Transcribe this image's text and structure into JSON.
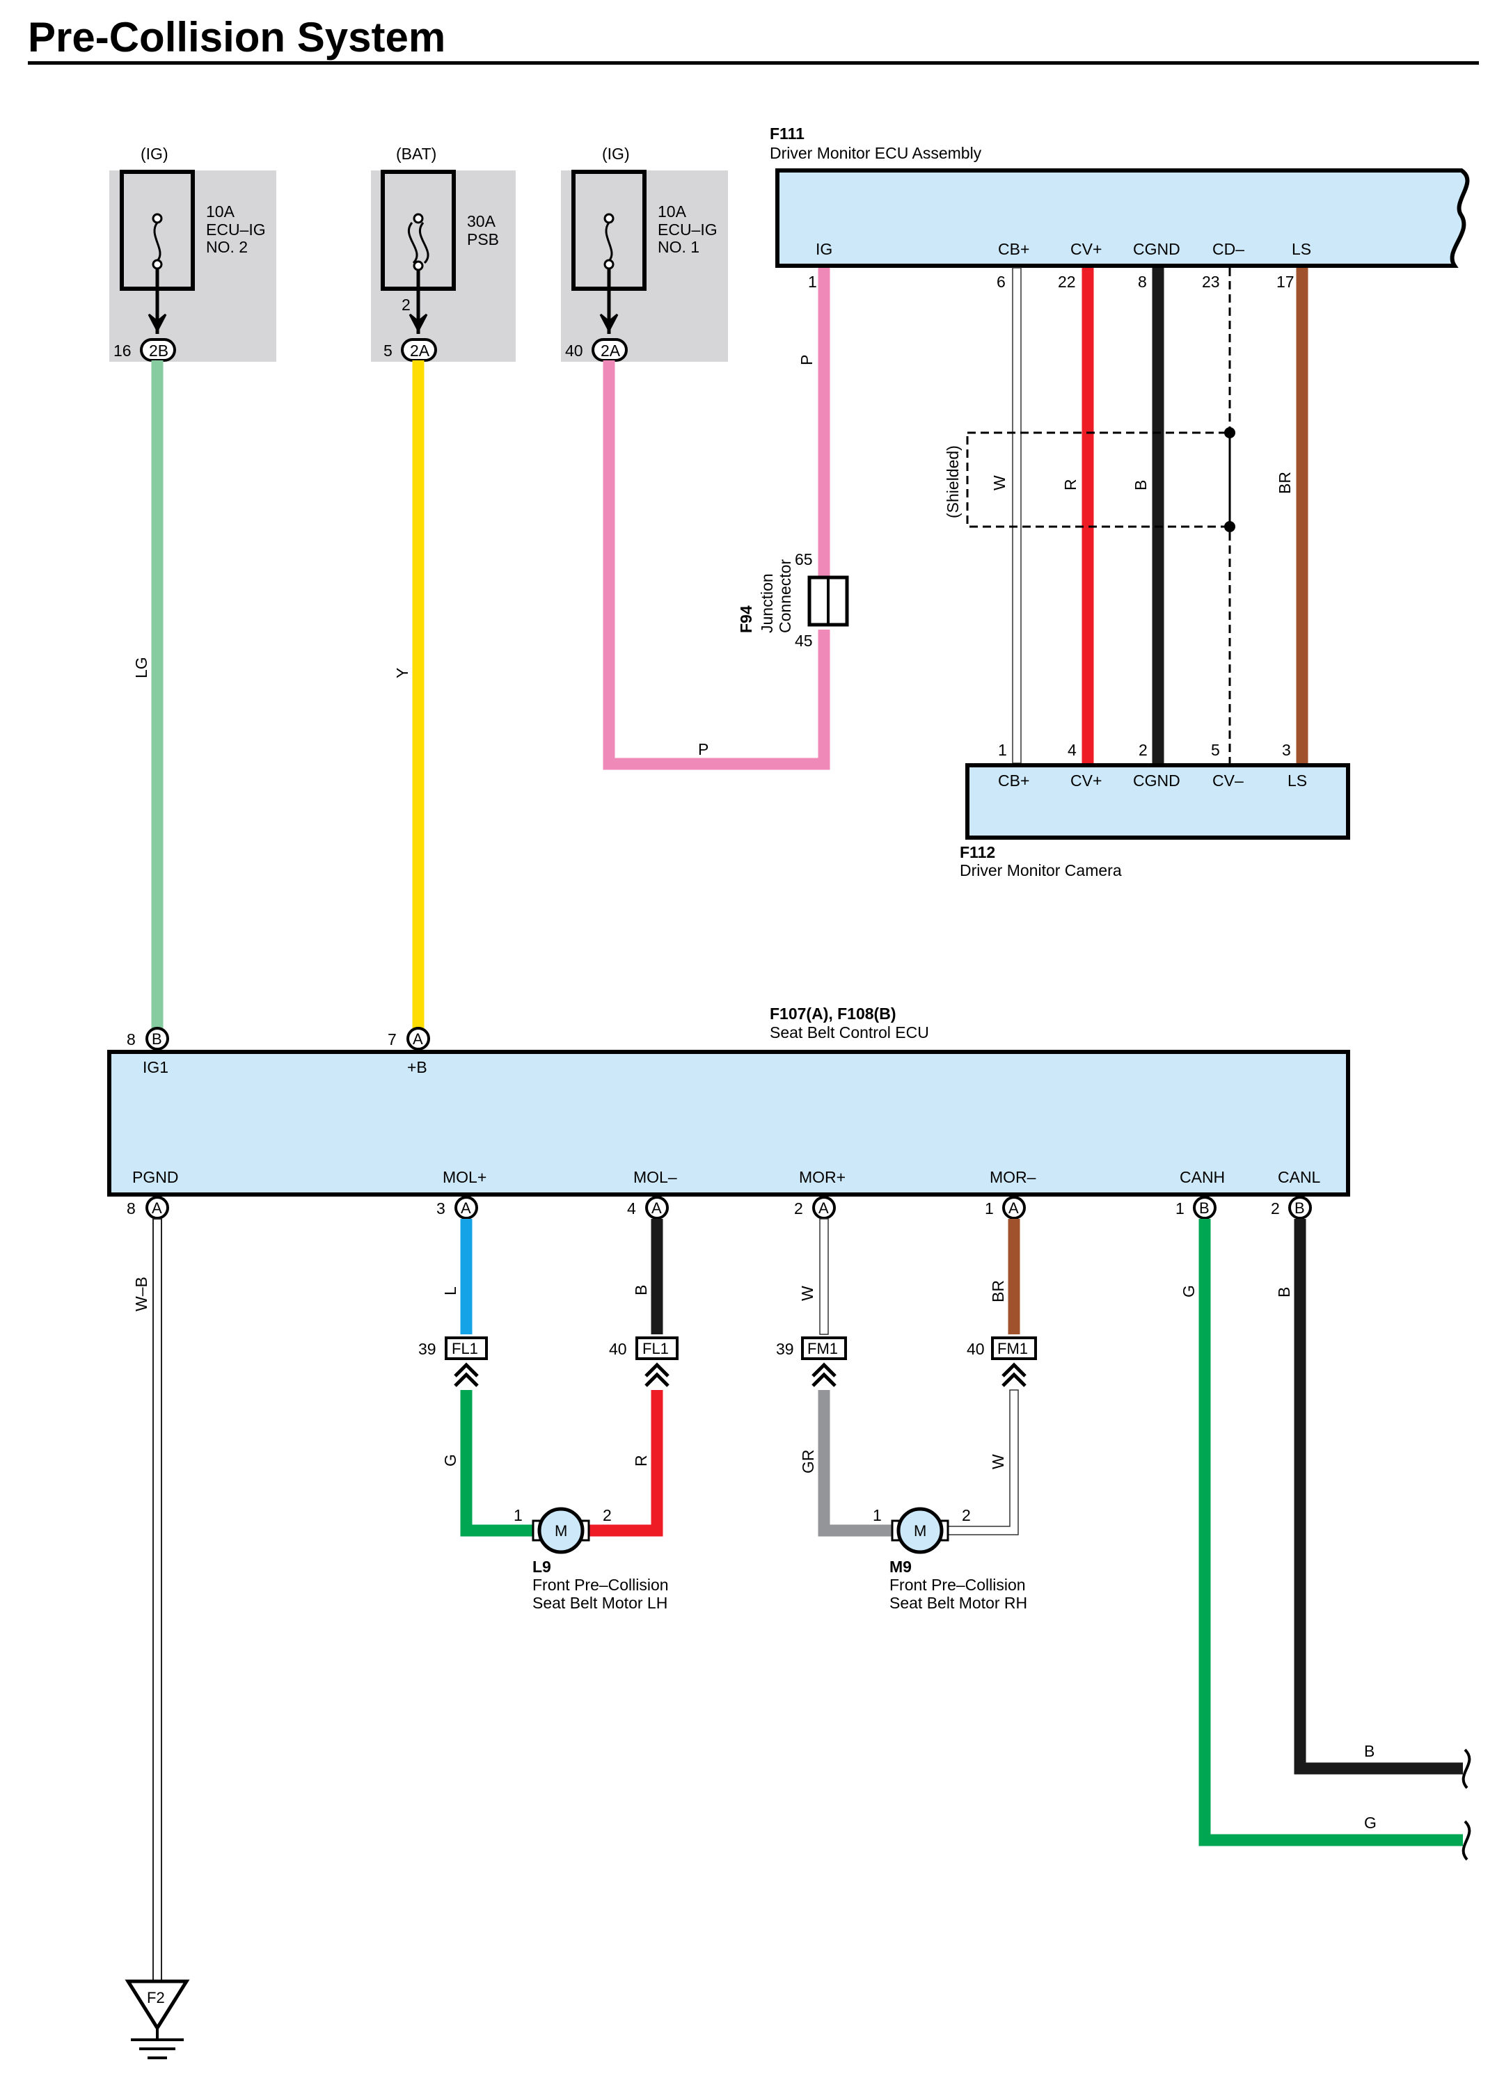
{
  "title": "Pre-Collision System",
  "colors": {
    "ecu_fill": "#cde9f9",
    "fuse_bg": "#d6d6d8",
    "LG": "#87cba0",
    "Y": "#ffdd00",
    "P": "#ef8ab8",
    "R": "#ee1c25",
    "B": "#1a1a1a",
    "BR": "#a0522d",
    "L": "#14a3e6",
    "G": "#00a651",
    "GR": "#939598",
    "W": "#ffffff"
  },
  "fuses": [
    {
      "supply": "(IG)",
      "rating": "10A",
      "name1": "ECU–IG",
      "name2": "NO. 2",
      "pin": "16",
      "connector": "2B"
    },
    {
      "supply": "(BAT)",
      "rating": "30A",
      "name1": "PSB",
      "name2": "",
      "pin": "5",
      "connector": "2A",
      "inner_pin": "2"
    },
    {
      "supply": "(IG)",
      "rating": "10A",
      "name1": "ECU–IG",
      "name2": "NO. 1",
      "pin": "40",
      "connector": "2A"
    }
  ],
  "f111": {
    "code": "F111",
    "name": "Driver Monitor ECU Assembly",
    "terminals": [
      "IG",
      "CB+",
      "CV+",
      "CGND",
      "CD–",
      "LS"
    ],
    "pins": [
      "1",
      "6",
      "22",
      "8",
      "23",
      "17"
    ]
  },
  "f112": {
    "code": "F112",
    "name": "Driver Monitor Camera",
    "terminals": [
      "CB+",
      "CV+",
      "CGND",
      "CV–",
      "LS"
    ],
    "pins": [
      "1",
      "4",
      "2",
      "5",
      "3"
    ]
  },
  "f94": {
    "code": "F94",
    "name1": "Junction",
    "name2": "Connector",
    "pin_top": "65",
    "pin_bottom": "45"
  },
  "shielded": "(Shielded)",
  "wire_codes": {
    "lg": "LG",
    "y": "Y",
    "p_vert": "P",
    "p_horiz": "P",
    "cam_w": "W",
    "cam_r": "R",
    "cam_b": "B",
    "cam_br": "BR",
    "wb": "W–B",
    "mol_plus": "L",
    "mol_minus": "B",
    "mor_plus": "W",
    "mor_minus": "BR",
    "canh": "G",
    "canl": "B",
    "l9_left": "G",
    "l9_right": "R",
    "m9_left": "GR",
    "m9_right": "W",
    "canl_end": "B",
    "canh_end": "G"
  },
  "seatbelt_ecu": {
    "code": "F107(A), F108(B)",
    "name": "Seat Belt Control ECU",
    "top_terminals": [
      {
        "label": "IG1",
        "pin": "8",
        "conn": "B"
      },
      {
        "label": "+B",
        "pin": "7",
        "conn": "A"
      }
    ],
    "bottom_terminals": [
      {
        "label": "PGND",
        "pin": "8",
        "conn": "A"
      },
      {
        "label": "MOL+",
        "pin": "3",
        "conn": "A"
      },
      {
        "label": "MOL–",
        "pin": "4",
        "conn": "A"
      },
      {
        "label": "MOR+",
        "pin": "2",
        "conn": "A"
      },
      {
        "label": "MOR–",
        "pin": "1",
        "conn": "A"
      },
      {
        "label": "CANH",
        "pin": "1",
        "conn": "B"
      },
      {
        "label": "CANL",
        "pin": "2",
        "conn": "B"
      }
    ]
  },
  "inline_connectors": [
    {
      "pin": "39",
      "name": "FL1"
    },
    {
      "pin": "40",
      "name": "FL1"
    },
    {
      "pin": "39",
      "name": "FM1"
    },
    {
      "pin": "40",
      "name": "FM1"
    }
  ],
  "motors": [
    {
      "code": "L9",
      "line1": "Front Pre–Collision",
      "line2": "Seat Belt Motor LH",
      "symbol": "M",
      "pin_left": "1",
      "pin_right": "2"
    },
    {
      "code": "M9",
      "line1": "Front Pre–Collision",
      "line2": "Seat Belt Motor RH",
      "symbol": "M",
      "pin_left": "1",
      "pin_right": "2"
    }
  ],
  "ground": {
    "label": "F2"
  }
}
